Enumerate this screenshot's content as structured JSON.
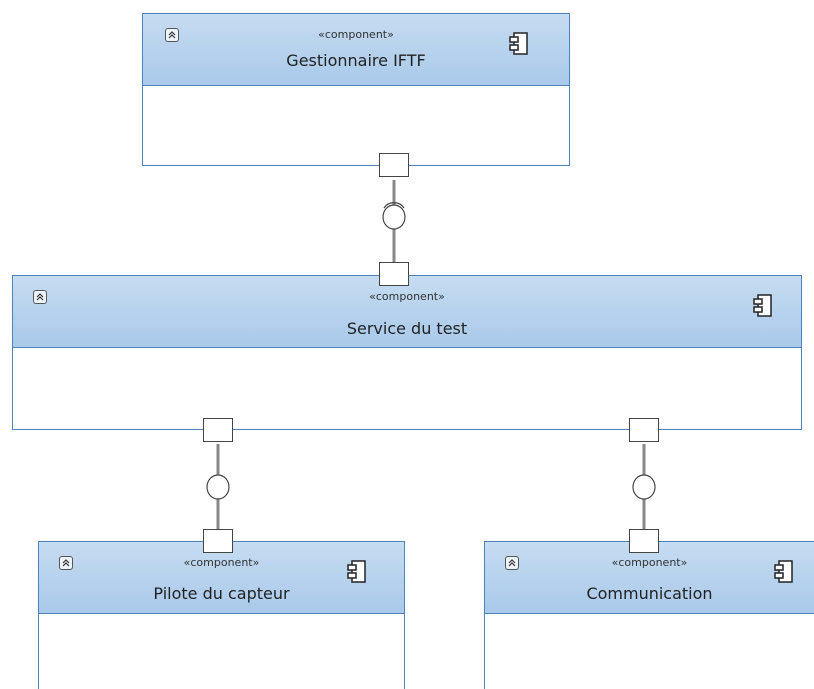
{
  "components": [
    {
      "id": "gestionnaire",
      "stereotype": "«component»",
      "name": "Gestionnaire IFTF",
      "icon": "component-icon",
      "collapse_icon": "collapse-icon"
    },
    {
      "id": "service",
      "stereotype": "«component»",
      "name": "Service du test",
      "icon": "component-icon",
      "collapse_icon": "collapse-icon"
    },
    {
      "id": "pilote",
      "stereotype": "«component»",
      "name": "Pilote du capteur",
      "icon": "component-icon",
      "collapse_icon": "collapse-icon"
    },
    {
      "id": "communication",
      "stereotype": "«component»",
      "name": "Communication",
      "icon": "component-icon",
      "collapse_icon": "collapse-icon"
    }
  ],
  "connectors": [
    {
      "from": "Gestionnaire IFTF",
      "to": "Service du test",
      "type": "assembly"
    },
    {
      "from": "Service du test",
      "to": "Pilote du capteur",
      "type": "assembly"
    },
    {
      "from": "Service du test",
      "to": "Communication",
      "type": "assembly"
    }
  ],
  "colors": {
    "header_top": "#c6dcf1",
    "header_bottom": "#a9c9ea",
    "border": "#4f81bd",
    "port_border": "#444444",
    "connector": "#888888"
  }
}
